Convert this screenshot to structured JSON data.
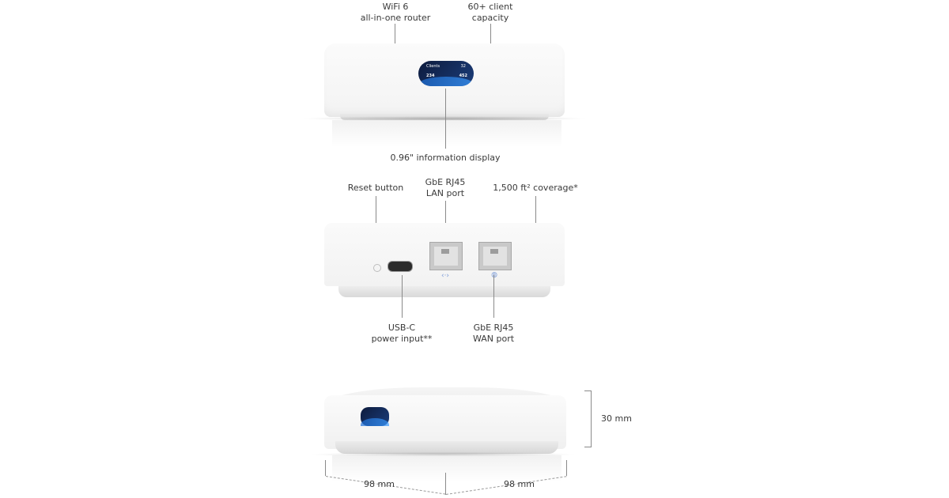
{
  "front": {
    "callout_wifi": [
      "WiFi 6",
      "all-in-one router"
    ],
    "callout_clients": [
      "60+ client",
      "capacity"
    ],
    "callout_display": "0.96\" information display",
    "screen": {
      "label": "Clients",
      "count": "32",
      "down": "234",
      "up": "452"
    }
  },
  "back": {
    "callout_reset": "Reset button",
    "callout_lan": [
      "GbE RJ45",
      "LAN port"
    ],
    "callout_coverage": "1,500 ft² coverage*",
    "callout_usbc": [
      "USB-C",
      "power input**"
    ],
    "callout_wan": [
      "GbE RJ45",
      "WAN port"
    ]
  },
  "dimensions": {
    "height": "30 mm",
    "width": "98 mm",
    "depth": "98 mm"
  },
  "colors": {
    "screen_bg": "#0d1b3d",
    "screen_accent": "#3a9bff",
    "device_white": "#f5f5f5"
  }
}
